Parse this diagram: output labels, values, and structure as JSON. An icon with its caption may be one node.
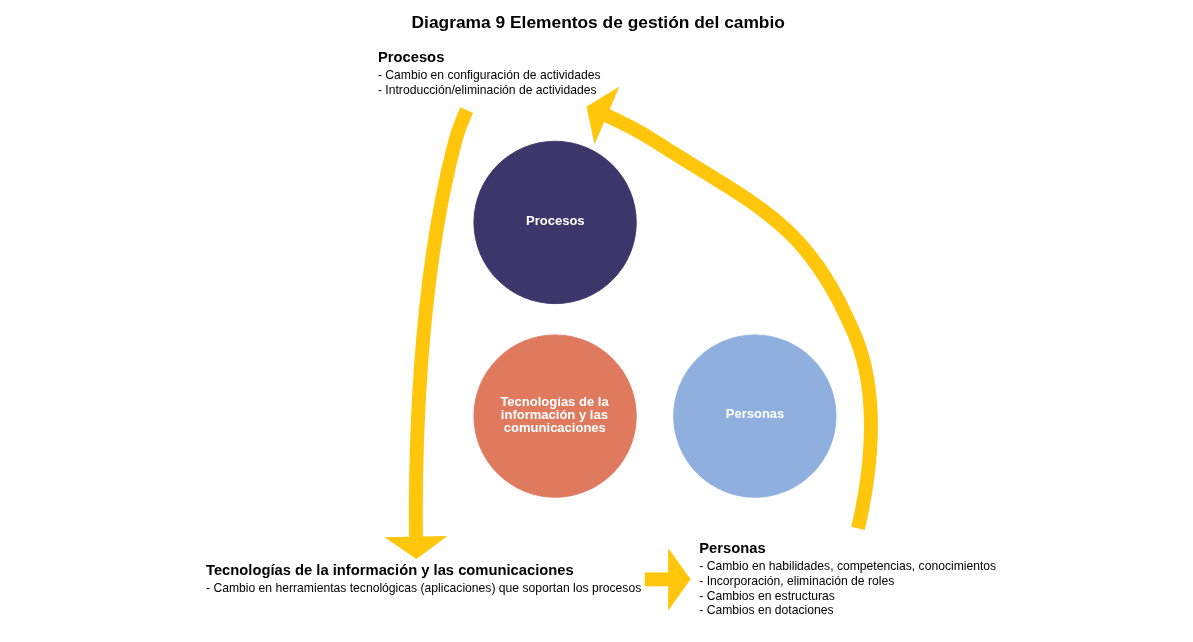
{
  "diagram": {
    "title": "Diagrama 9 Elementos de gestión del cambio",
    "nodes": [
      {
        "text": [
          "Procesos",
          "- Cambio en configuración de actividades",
          "- Introducción/eliminación de actividades"
        ]
      },
      {
        "text": [
          "Procesos"
        ]
      },
      {
        "text": [
          "Tecnologías de la información y las comunicaciones"
        ]
      },
      {
        "text": [
          "Personas"
        ]
      },
      {
        "text": [
          "Tecnologías de la información y las comunicaciones",
          "- Cambio en herramientas tecnológicas (aplicaciones) que soportan los procesos"
        ]
      },
      {
        "text": [
          "Personas",
          "- Cambio en habilidades, competencias, conocimientos",
          "- Incorporación, eliminación de roles",
          "- Cambios en estructuras",
          "- Cambios en dotaciones"
        ]
      }
    ],
    "edges": [
      {
        "from": 0,
        "to": 4,
        "arrow": "to"
      },
      {
        "from": 4,
        "to": 5,
        "arrow": "to"
      },
      {
        "from": 5,
        "to": 0,
        "arrow": "to"
      }
    ]
  }
}
